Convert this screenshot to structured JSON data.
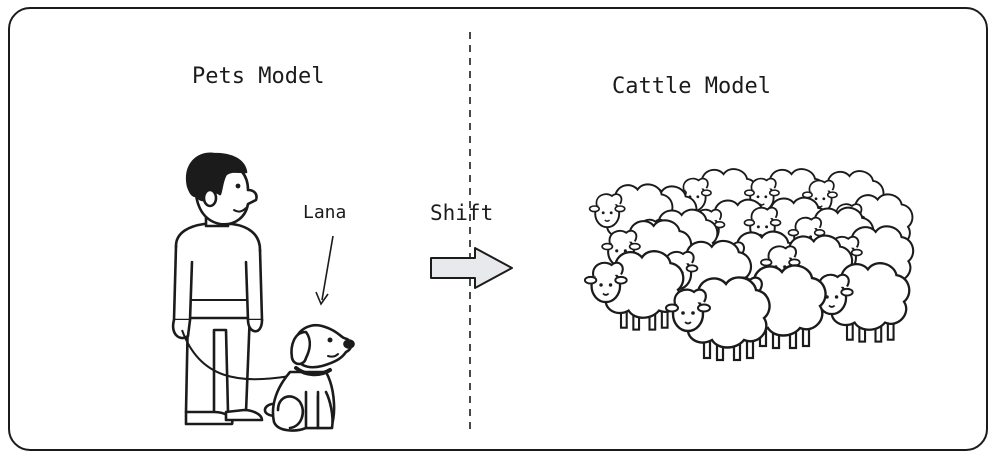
{
  "diagram": {
    "left_title": "Pets Model",
    "right_title": "Cattle Model",
    "arrow_label": "Shift",
    "pet_name": "Lana"
  },
  "icons": {
    "person": "person-icon",
    "dog": "dog-icon",
    "herd": "sheep-herd-icon",
    "arrow": "right-arrow-icon"
  },
  "colors": {
    "ink": "#1b1b1b",
    "arrow_fill": "#e8e9ec",
    "background": "#ffffff"
  }
}
